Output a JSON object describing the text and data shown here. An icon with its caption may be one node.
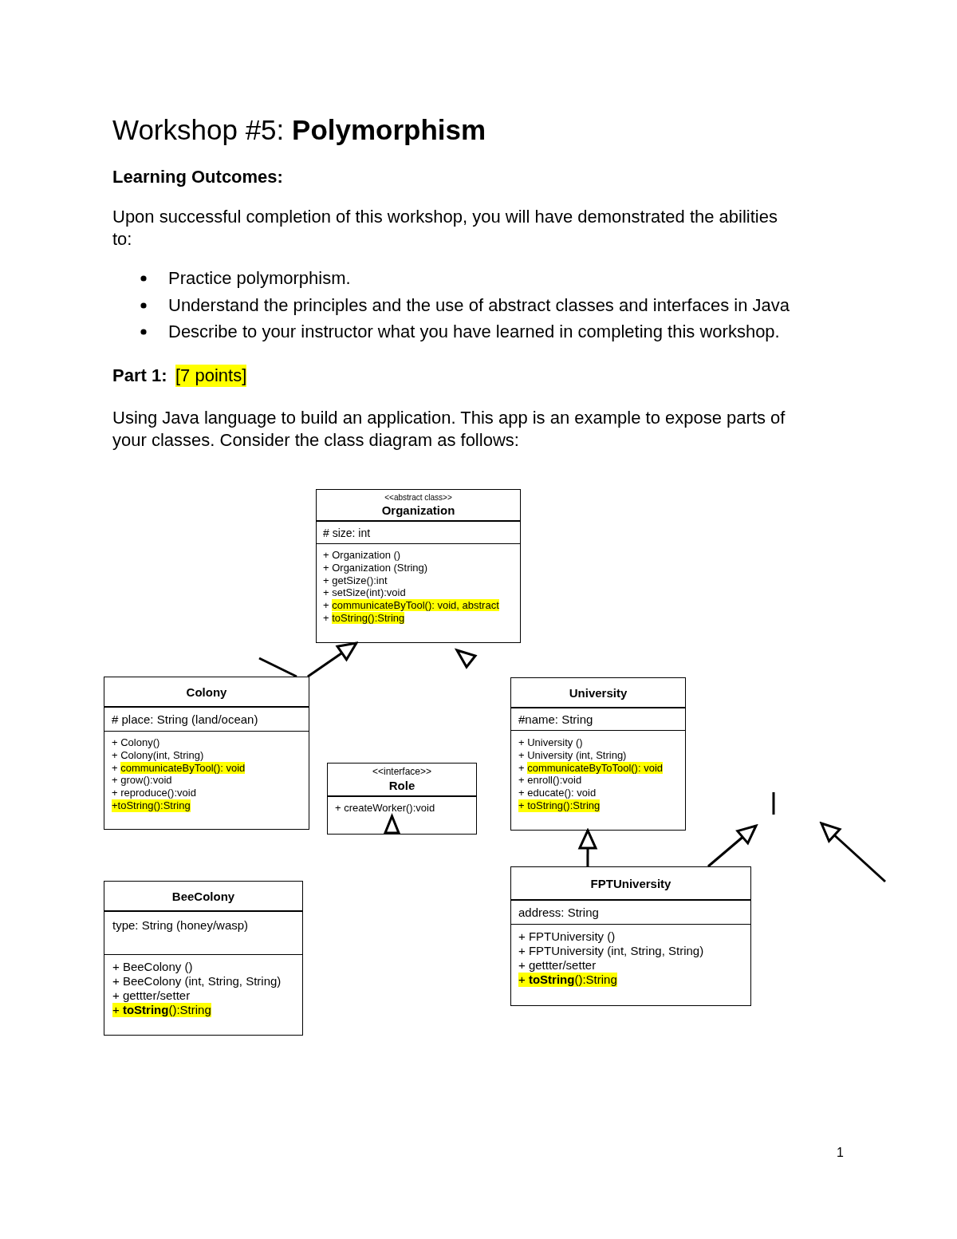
{
  "diagram": {
    "title": "Workshop #5: **Polymorphism**",
    "nodes": [
      {
        "text": [
          "<<abstract class>>",
          "Organization",
          "# size: int",
          "+ Organization ()",
          "+ Organization (String)",
          "+ getSize():int",
          "+ setSize(int):void",
          "+ communicateByTool(): void, abstract",
          "+ toString():String"
        ]
      },
      {
        "text": [
          "Colony",
          "# place: String (land/ocean)",
          "+ Colony()",
          "+ Colony(int, String)",
          "+ communicateByTool(): void",
          "+ grow():void",
          "+ reproduce():void",
          "+toString():String"
        ]
      },
      {
        "text": [
          "University",
          "#name: String",
          "+ University ()",
          "+ University (int, String)",
          "+ communicateByToTool(): void",
          "+ enroll():void",
          "+ educate(): void",
          "+ toString():String"
        ]
      },
      {
        "text": [
          "<<interface>>",
          "Role",
          "+ createWorker():void"
        ]
      },
      {
        "text": [
          "FPTUniversity",
          "address: String",
          "+ FPTUniversity ()",
          "+ FPTUniversity (int, String, String)",
          "+ gettter/setter",
          "+ **toString**():String"
        ]
      },
      {
        "text": [
          "BeeColony",
          "type: String (honey/wasp)",
          "+ BeeColony ()",
          "+ BeeColony (int, String, String)",
          "+ gettter/setter",
          "+ **toString**():String"
        ]
      }
    ],
    "edges": [
      {
        "from": 1,
        "to": 0,
        "arrow": "to"
      },
      {
        "from": 1,
        "to": null,
        "arrow": "none"
      },
      {
        "from": 4,
        "to": 2,
        "arrow": "to"
      },
      {
        "from": 4,
        "to": null,
        "arrow": "to"
      }
    ],
    "labels": [
      "Learning Outcomes:",
      "Upon successful completion of this workshop, you will have demonstrated the abilities to:",
      "Practice polymorphism.",
      "Understand the principles and the use of abstract classes and interfaces in Java",
      "Describe to your instructor what you have learned in completing this workshop.",
      "Part 1:",
      "[7 points]",
      "Using Java language to build an application. This app is an example to expose parts of your classes. Consider the class diagram as follows:",
      "1"
    ]
  }
}
